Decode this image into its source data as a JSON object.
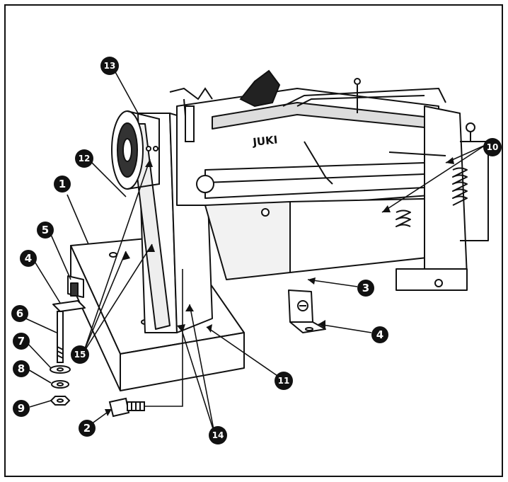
{
  "brand": {
    "label": "JUKI"
  },
  "callouts": [
    {
      "label": "1"
    },
    {
      "label": "2"
    },
    {
      "label": "3"
    },
    {
      "label": "4"
    },
    {
      "label": "4"
    },
    {
      "label": "5"
    },
    {
      "label": "6"
    },
    {
      "label": "7"
    },
    {
      "label": "8"
    },
    {
      "label": "9"
    },
    {
      "label": "10"
    },
    {
      "label": "11"
    },
    {
      "label": "12"
    },
    {
      "label": "13"
    },
    {
      "label": "14"
    },
    {
      "label": "15"
    }
  ],
  "colors": {
    "ink": "#111111",
    "paper": "#ffffff",
    "callout_fill": "#111111",
    "callout_text": "#ffffff"
  }
}
